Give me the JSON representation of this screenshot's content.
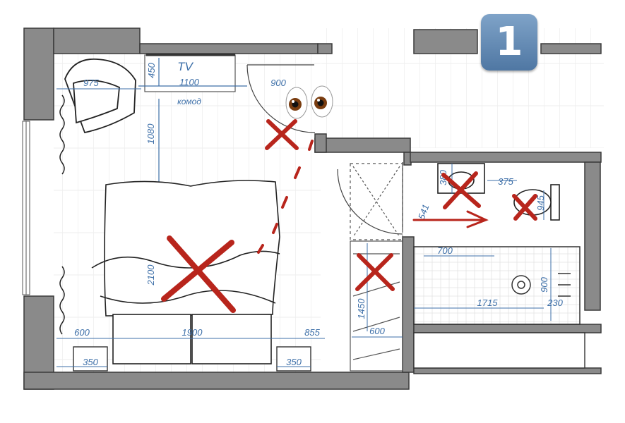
{
  "badge": {
    "number": "1"
  },
  "labels": {
    "tv": "TV",
    "dresser": "комод"
  },
  "dimensions": {
    "armchair": "975",
    "tv_depth": "450",
    "tv_width": "1100",
    "door_width": "900",
    "room_depth_upper": "1080",
    "bed_length": "2100",
    "left_gap": "600",
    "bed_width": "1900",
    "right_gap": "855",
    "nightstand_left": "350",
    "nightstand_right": "350",
    "wardrobe_height": "1450",
    "wardrobe_width": "600",
    "sink_width": "380",
    "sink_to_toilet": "375",
    "toilet_depth": "945",
    "bath_diagonal": "541",
    "shower_width": "700",
    "bath_length": "1715",
    "bath_depth": "900",
    "bath_end": "230"
  },
  "colors": {
    "wall": "#8a8a8a",
    "wall_outline": "#3a3a3a",
    "dimension": "#3d6fa8",
    "cross": "#b8251c",
    "badge": "#5f87b3"
  }
}
